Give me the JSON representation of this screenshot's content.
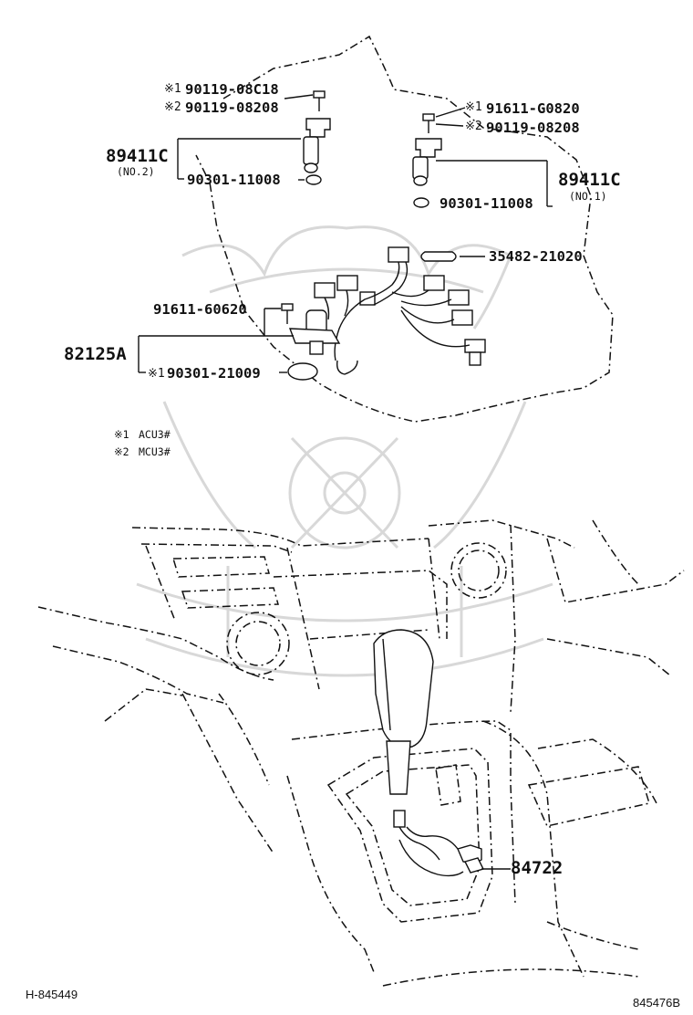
{
  "colors": {
    "line": "#111111",
    "background": "#ffffff",
    "watermark": "#d8d8d8"
  },
  "upper_assembly": {
    "sensor_no2": {
      "bolt_acu3": {
        "mark": "※1",
        "part_number": "90119-08C18"
      },
      "bolt_mcu3": {
        "mark": "※2",
        "part_number": "90119-08208"
      },
      "sensor": {
        "part_number": "89411C",
        "sub_label": "(NO.2)"
      },
      "o_ring": {
        "part_number": "90301-11008"
      }
    },
    "sensor_no1": {
      "bolt_acu3": {
        "mark": "※1",
        "part_number": "91611-G0820"
      },
      "bolt_mcu3": {
        "mark": "※2",
        "part_number": "90119-08208"
      },
      "sensor": {
        "part_number": "89411C",
        "sub_label": "(NO.1)"
      },
      "o_ring": {
        "part_number": "90301-11008"
      }
    },
    "harness_clamp": {
      "part_number": "35482-21020"
    },
    "wire_harness": {
      "bolt": {
        "part_number": "91611-60620"
      },
      "harness": {
        "part_number": "82125A"
      },
      "o_ring": {
        "mark": "※1",
        "part_number": "90301-21009"
      }
    }
  },
  "notes": [
    {
      "mark": "※1",
      "text": "ACU3#"
    },
    {
      "mark": "※2",
      "text": "MCU3#"
    }
  ],
  "lower_assembly": {
    "shift_switch": {
      "part_number": "84722"
    }
  },
  "footer": {
    "left_code": "H-845449",
    "right_code": "845476B"
  }
}
